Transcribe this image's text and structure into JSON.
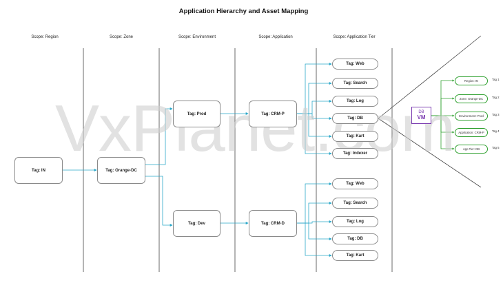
{
  "title": "Application Hierarchy and Asset Mapping",
  "scopes": [
    "Scope: Region",
    "Scope: Zone",
    "Scope: Environment",
    "Scope: Application",
    "Scope: Application Tier"
  ],
  "region": "Tag: IN",
  "zone": "Tag: Orange-DC",
  "environments": {
    "prod": "Tag: Prod",
    "dev": "Tag: Dev"
  },
  "applications": {
    "prod": "Tag: CRM-P",
    "dev": "Tag: CRM-D"
  },
  "tiers_prod": [
    "Tag: Web",
    "Tag: Search",
    "Tag: Log",
    "Tag: DB",
    "Tag: Kart",
    "Tag: Indexer"
  ],
  "tiers_dev": [
    "Tag: Web",
    "Tag: Search",
    "Tag: Log",
    "Tag: DB",
    "Tag: Kart"
  ],
  "vm": {
    "line1": "DB",
    "line2": "VM"
  },
  "vm_tags": [
    {
      "text": "Region: IN",
      "label": "Tag 1"
    },
    {
      "text": "Zone: Orange-DC",
      "label": "Tag 2"
    },
    {
      "text": "Environment: Prod",
      "label": "Tag 3"
    },
    {
      "text": "Application: CRM-P",
      "label": "Tag 4"
    },
    {
      "text": "App Tier: DB",
      "label": "Tag 5"
    }
  ],
  "watermark": "VxPlanet.com",
  "colors": {
    "connector": "#2aa7c9",
    "vm_border": "#7a3bb0",
    "tag_border": "#2ea02e",
    "divider": "#444444"
  }
}
